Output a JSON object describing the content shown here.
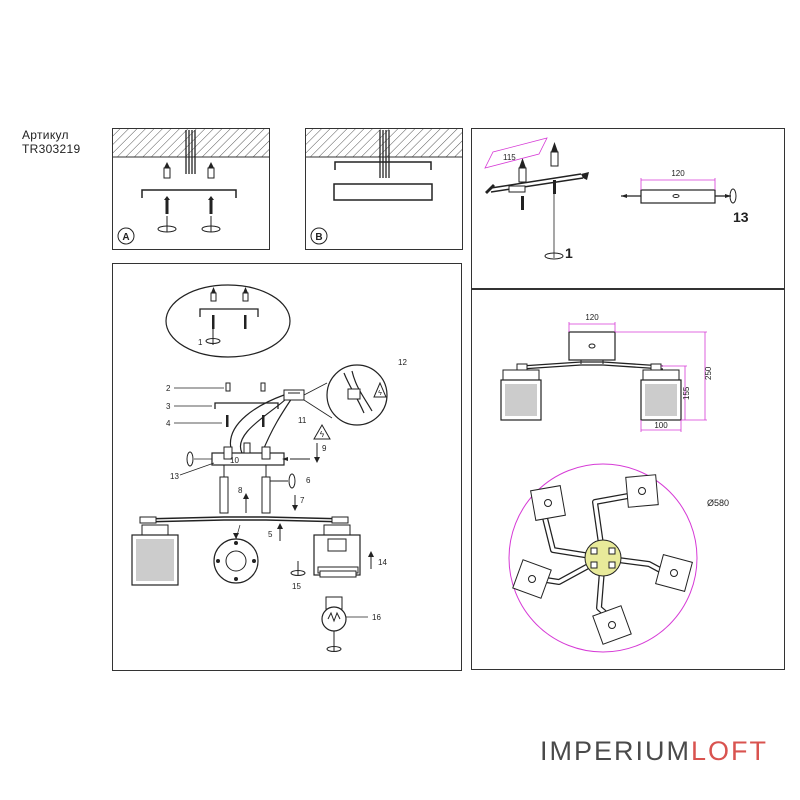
{
  "article": {
    "label": "Артикул",
    "code": "TR303219"
  },
  "panels": {
    "a": {
      "letter": "A"
    },
    "b": {
      "letter": "B"
    }
  },
  "main": {
    "callouts": [
      "1",
      "2",
      "3",
      "4",
      "5",
      "6",
      "7",
      "8",
      "9",
      "10",
      "11",
      "12",
      "13",
      "14",
      "15",
      "16"
    ]
  },
  "top_right": {
    "dim_115": "115",
    "dim_120": "120",
    "callout_1": "1",
    "callout_13": "13"
  },
  "dimensions": {
    "width_top": "120",
    "height_total": "250",
    "height_shade": "155",
    "shade_width": "100",
    "diameter": "Ø580"
  },
  "brand": {
    "part_a": "IMPERIUM",
    "part_b": "LOFT"
  },
  "colors": {
    "accent": "#d63ad6",
    "line": "#333333",
    "brand_red": "#d9534f"
  }
}
